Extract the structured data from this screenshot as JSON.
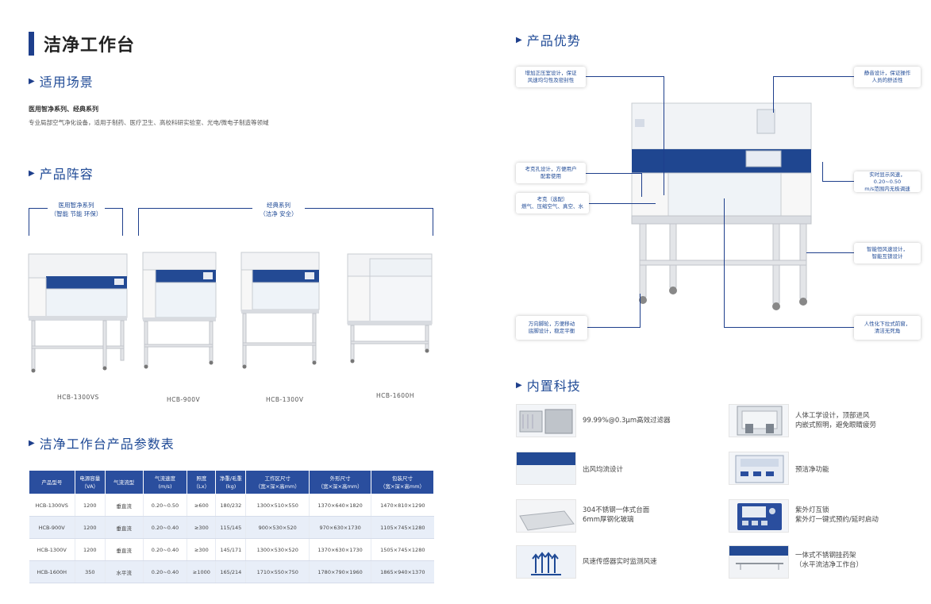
{
  "title": "洁净工作台",
  "sections": {
    "scene": "适用场景",
    "lineup": "产品阵容",
    "params": "洁净工作台产品参数表",
    "advantages": "产品优势",
    "tech": "内置科技"
  },
  "scene": {
    "subtitle": "医用智净系列、经典系列",
    "description": "专业局部空气净化设备，适用于制药、医疗卫生、高校科研实验室、光电/微电子制造等领域"
  },
  "lineup": {
    "group1": {
      "line1": "医用智净系列",
      "line2": "（智能 节能 环保）"
    },
    "group2": {
      "line1": "经典系列",
      "line2": "（洁净 安全）"
    },
    "models": [
      "HCB-1300VS",
      "HCB-900V",
      "HCB-1300V",
      "HCB-1600H"
    ],
    "accent": "#1e3f8c"
  },
  "table": {
    "headers": [
      [
        "产品型号",
        ""
      ],
      [
        "电源容量",
        "（VA）"
      ],
      [
        "气流流型",
        ""
      ],
      [
        "气流速度",
        "(m/s)"
      ],
      [
        "照度",
        "（Lx）"
      ],
      [
        "净重/毛重",
        "(kg)"
      ],
      [
        "工作区尺寸",
        "（宽×深×高mm）"
      ],
      [
        "外形尺寸",
        "（宽×深×高mm）"
      ],
      [
        "包装尺寸",
        "（宽×深×高mm）"
      ]
    ],
    "rows": [
      [
        "HCB-1300VS",
        "1200",
        "垂直流",
        "0.20~0.50",
        "≥600",
        "180/232",
        "1300×510×550",
        "1370×640×1820",
        "1470×810×1290"
      ],
      [
        "HCB-900V",
        "1200",
        "垂直流",
        "0.20~0.40",
        "≥300",
        "115/145",
        "900×530×520",
        "970×630×1730",
        "1105×745×1280"
      ],
      [
        "HCB-1300V",
        "1200",
        "垂直流",
        "0.20~0.40",
        "≥300",
        "145/171",
        "1300×530×520",
        "1370×630×1730",
        "1505×745×1280"
      ],
      [
        "HCB-1600H",
        "350",
        "水平流",
        "0.20~0.40",
        "≥1000",
        "165/214",
        "1710×550×750",
        "1780×790×1960",
        "1865×940×1370"
      ]
    ],
    "header_color": "#2a4e9e",
    "alt_row_color": "#e8eef8"
  },
  "advantages": {
    "c1": [
      "增加正压室设计，保证",
      "风速均匀性及密封性"
    ],
    "c2": [
      "静音设计，保证操作",
      "人员的舒适性"
    ],
    "c3": [
      "考克孔设计，方便用户",
      "配套使用"
    ],
    "c4": [
      "考克（选配）",
      "燃气、压缩空气、真空、水"
    ],
    "c5": [
      "实时显示风速，0.20~0.50",
      "m/s范围内无极调速"
    ],
    "c6": [
      "智能恒风速设计，",
      "智能互锁设计"
    ],
    "c7": [
      "万向脚轮，方便移动",
      "底脚设计，稳定平衡"
    ],
    "c8": [
      "人性化下拉式前窗，",
      "清洁无死角"
    ]
  },
  "tech": [
    {
      "lines": [
        "99.99%@0.3μm高效过滤器"
      ],
      "icon": "filter-icon"
    },
    {
      "lines": [
        "人体工学设计，顶部进风",
        "内嵌式照明，避免眼睛疲劳"
      ],
      "icon": "cabinet-icon"
    },
    {
      "lines": [
        "出风均流设计"
      ],
      "icon": "airflow-icon"
    },
    {
      "lines": [
        "预洁净功能"
      ],
      "icon": "control-panel-icon"
    },
    {
      "lines": [
        "304不锈钢一体式台面",
        "6mm厚钢化玻璃"
      ],
      "icon": "tabletop-icon"
    },
    {
      "lines": [
        "紫外灯互锁",
        "紫外灯一键式预约/延时启动"
      ],
      "icon": "uv-panel-icon"
    },
    {
      "lines": [
        "风速传感器实时监测风速"
      ],
      "icon": "wind-sensor-icon"
    },
    {
      "lines": [
        "一体式不锈钢挂药架",
        "（水平流洁净工作台）"
      ],
      "icon": "rack-icon"
    }
  ]
}
